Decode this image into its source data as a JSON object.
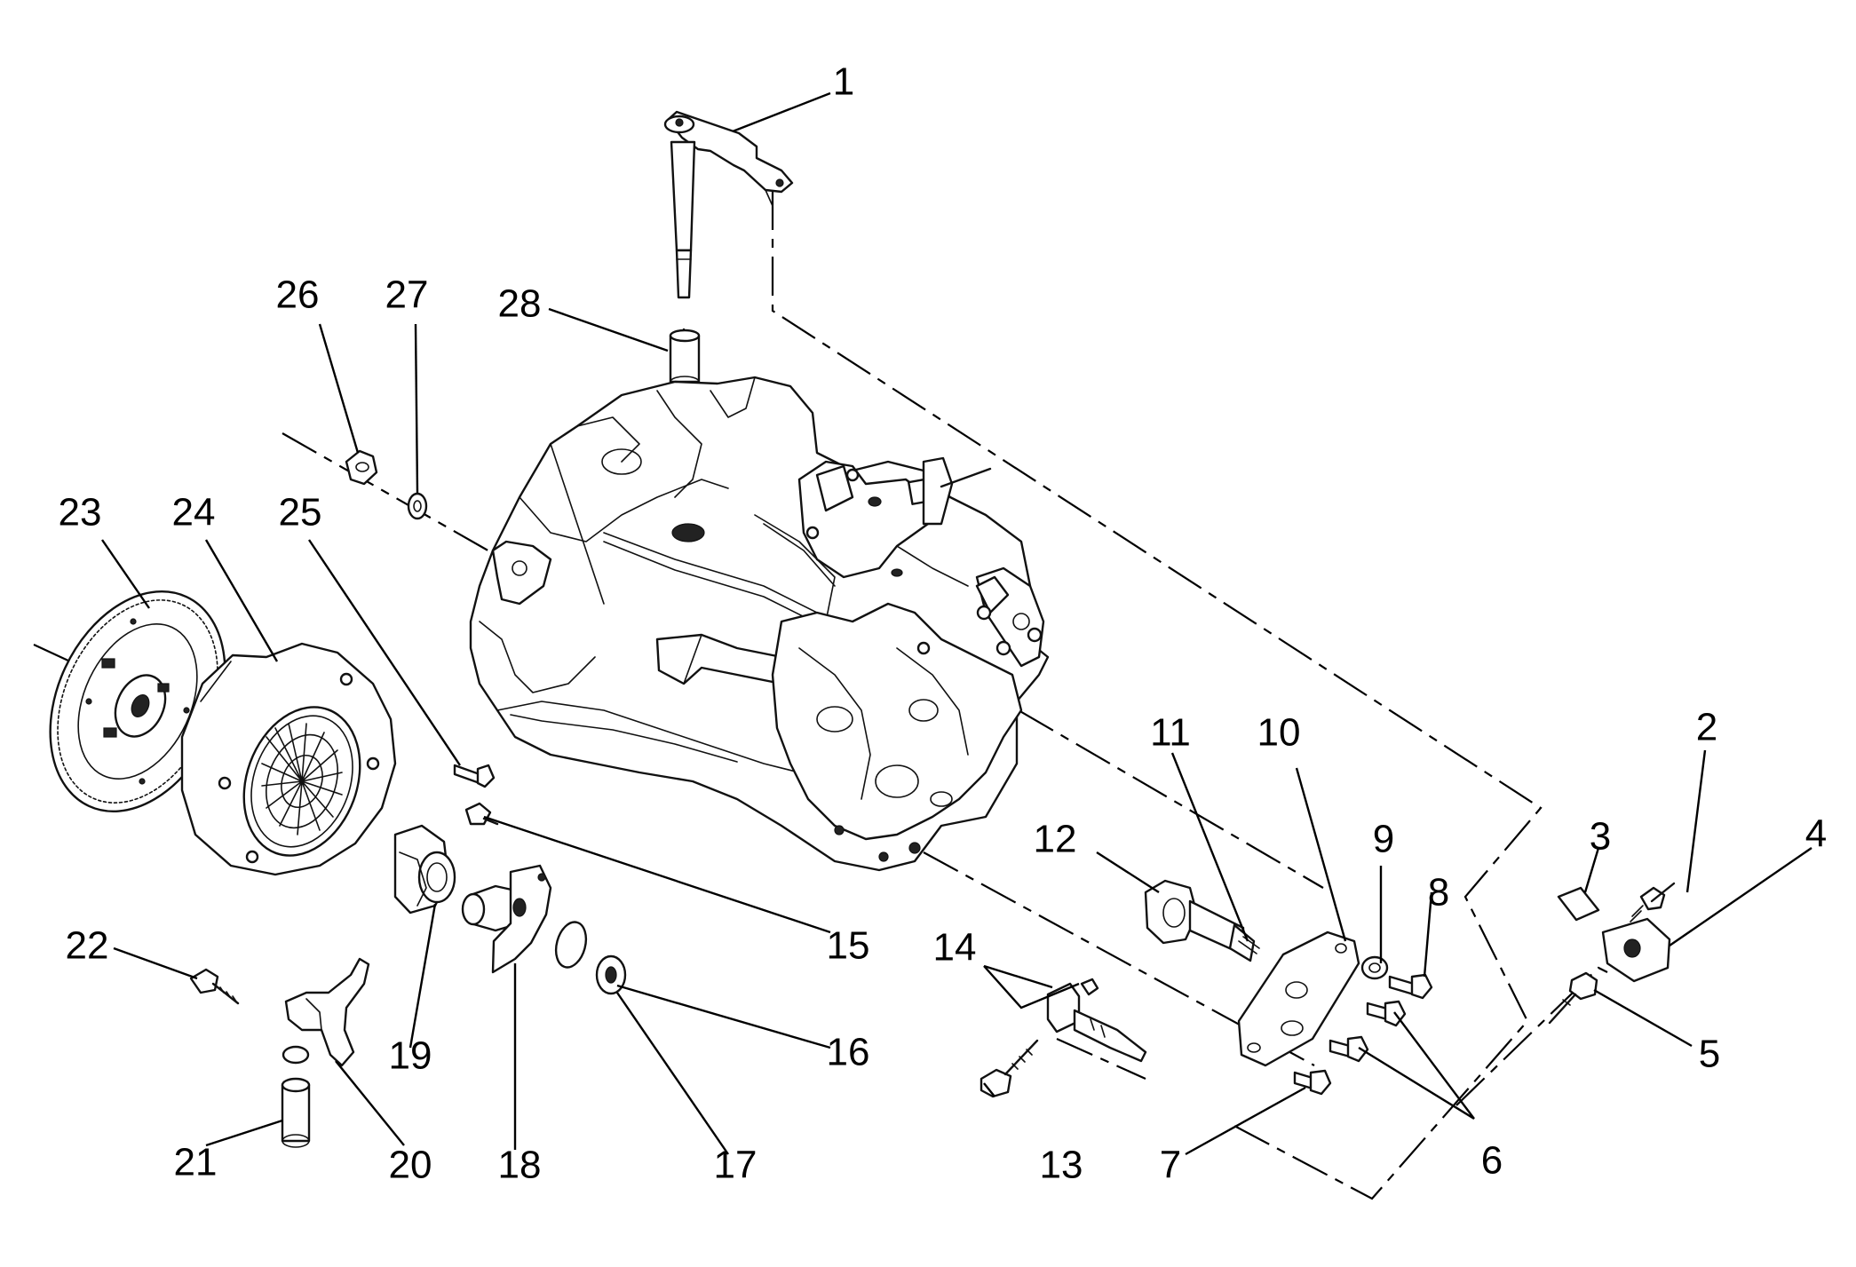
{
  "figure": {
    "type": "exploded-assembly-diagram",
    "callouts": [
      "1",
      "2",
      "3",
      "4",
      "5",
      "6",
      "7",
      "8",
      "9",
      "10",
      "11",
      "12",
      "13",
      "14",
      "15",
      "16",
      "17",
      "18",
      "19",
      "20",
      "21",
      "22",
      "23",
      "24",
      "25",
      "26",
      "27",
      "28"
    ]
  }
}
